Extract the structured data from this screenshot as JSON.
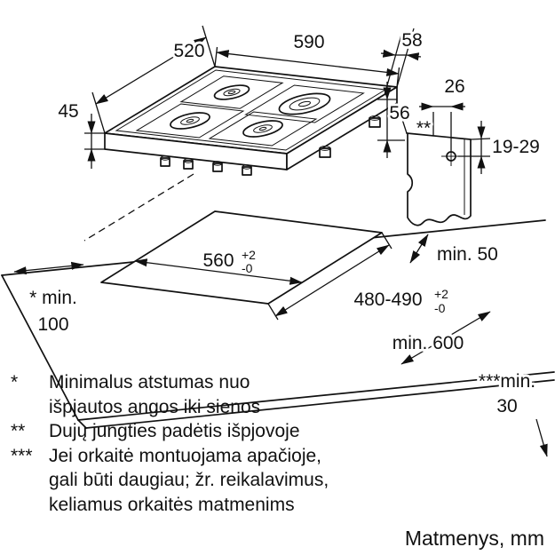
{
  "diagram": {
    "dims": {
      "hob_depth": "520",
      "hob_width": "590",
      "gas_edge_offset": "58",
      "hob_height": "45",
      "build_in_depth": "56",
      "gas_pos_horizontal": "26",
      "gas_pos_vertical": "19-29",
      "gas_note_marker": "**",
      "cutout_width": "560",
      "cutout_width_tol_plus": "+2",
      "cutout_width_tol_minus": "-0",
      "cutout_depth": "480-490",
      "cutout_depth_tol_plus": "+2",
      "cutout_depth_tol_minus": "-0",
      "min_back_clearance": "min. 50",
      "min_left_clearance_label": "* min.",
      "min_left_clearance_value": "100",
      "min_worktop_depth": "min. 600",
      "min_below_label": "***min.",
      "min_below_value": "30"
    },
    "footnotes": [
      {
        "marker": "*",
        "lines": [
          "Minimalus atstumas nuo",
          "išpjautos angos iki sienos"
        ]
      },
      {
        "marker": "**",
        "lines": [
          "Dujų jungties padėtis išpjovoje"
        ]
      },
      {
        "marker": "***",
        "lines": [
          "Jei orkaitė montuojama apačioje,",
          "gali būti daugiau; žr. reikalavimus,",
          "keliamus orkaitės matmenims"
        ]
      }
    ],
    "units_label": "Matmenys, mm"
  }
}
